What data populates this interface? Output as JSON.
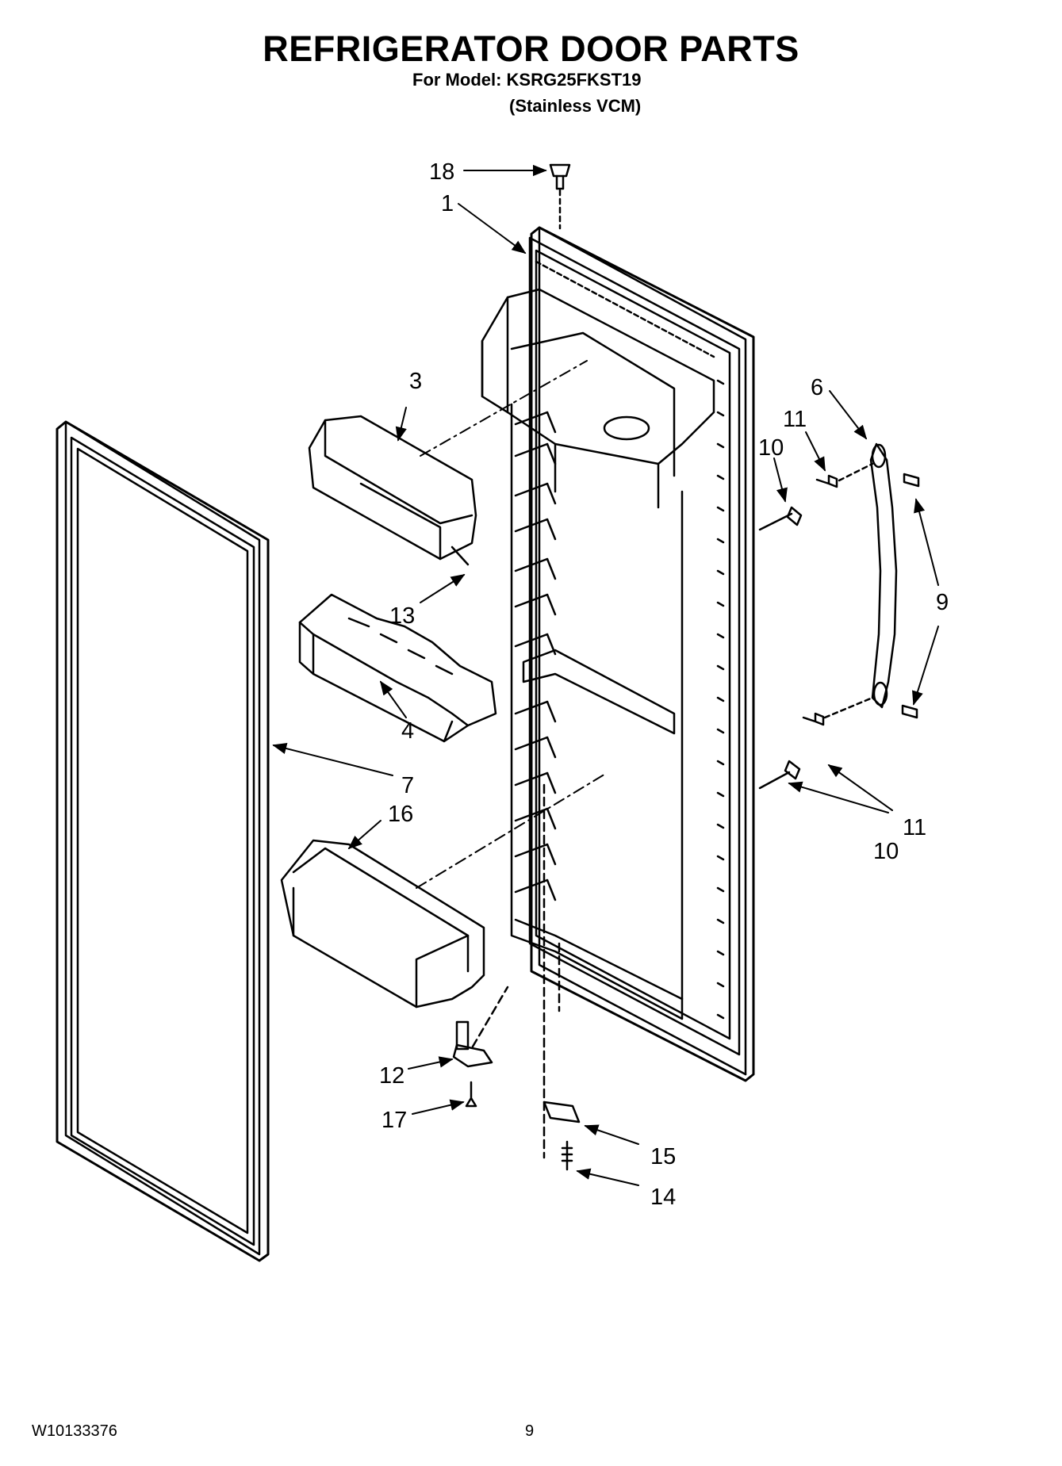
{
  "header": {
    "title": "REFRIGERATOR DOOR PARTS",
    "model_line": "For Model: KSRG25FKST19",
    "variant_line": "(Stainless VCM)"
  },
  "footer": {
    "document_number": "W10133376",
    "page_number": "9"
  },
  "callouts": {
    "c18": "18",
    "c1": "1",
    "c3": "3",
    "c6": "6",
    "c11a": "11",
    "c10a": "10",
    "c9": "9",
    "c13": "13",
    "c4": "4",
    "c7": "7",
    "c16": "16",
    "c11b": "11",
    "c10b": "10",
    "c12": "12",
    "c17": "17",
    "c15": "15",
    "c14": "14"
  }
}
